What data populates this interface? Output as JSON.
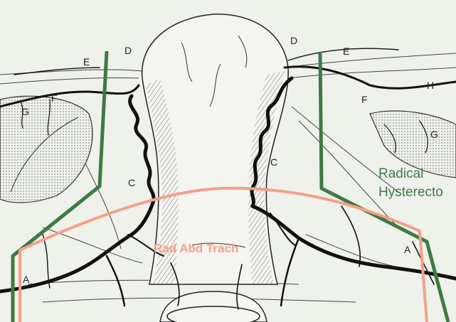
{
  "colors": {
    "background": "#eef2ea",
    "vessel": "#111111",
    "radical_hysterectomy_line": "#3f7a45",
    "rad_abd_trach_line": "#f3a089",
    "tissue_shading": "#6a6a6a"
  },
  "labels": {
    "a_left": "A",
    "a_right": "A",
    "c_left": "C",
    "c_right": "C",
    "d_left": "D",
    "d_right": "D",
    "e_left": "E",
    "e_right": "E",
    "f_left": "F",
    "f_right": "F",
    "g_left": "G",
    "g_right": "G",
    "h_right": "H"
  },
  "annotations": {
    "radical_line1": "Radical",
    "radical_line2": "Hysterecto",
    "rad_abd_trach": "Rad Abd Trach"
  }
}
